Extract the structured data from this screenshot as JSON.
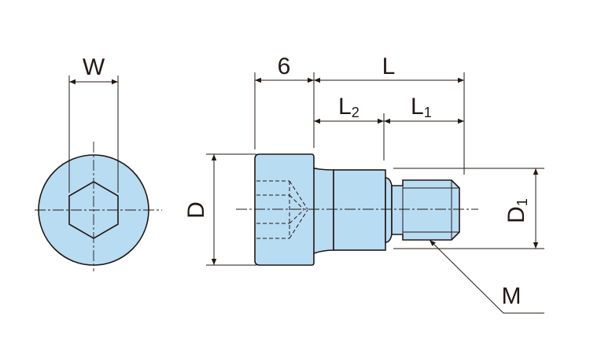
{
  "colors": {
    "part_fill": "#b8dcf2",
    "line": "#231815",
    "background": "#ffffff"
  },
  "labels": {
    "width": "W",
    "head_length": "6",
    "length": "L",
    "l2_main": "L",
    "l2_sub": "2",
    "l1_main": "L",
    "l1_sub": "1",
    "head_diameter": "D",
    "d1_main": "D",
    "d1_sub": "1",
    "thread": "M"
  }
}
